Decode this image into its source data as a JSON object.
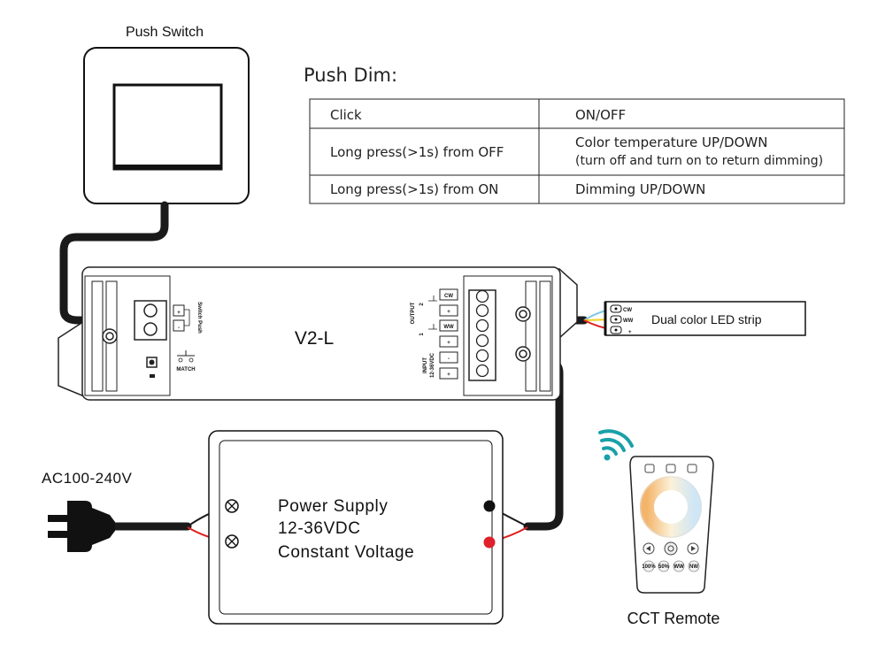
{
  "push_switch": {
    "label": "Push Switch"
  },
  "push_dim": {
    "title": "Push Dim:",
    "rows": [
      {
        "action": "Click",
        "result_line1": "ON/OFF",
        "result_line2": ""
      },
      {
        "action": "Long press(>1s) from OFF",
        "result_line1": "Color temperature UP/DOWN",
        "result_line2": "(turn off and turn on to return dimming)"
      },
      {
        "action": "Long press(>1s) from ON",
        "result_line1": "Dimming UP/DOWN",
        "result_line2": ""
      }
    ]
  },
  "controller": {
    "model": "V2-L",
    "switch_push_label": "Switch Push",
    "match_label": "MATCH",
    "output_label": "OUTPUT",
    "input_label": "INPUT",
    "input_voltage": "12-36VDC",
    "channel_2": "2",
    "channel_1": "1",
    "terminals": {
      "cw": "CW",
      "ww": "WW",
      "plus": "+",
      "minus": "-"
    }
  },
  "led_strip": {
    "label": "Dual color LED strip",
    "cw": "CW",
    "ww": "WW",
    "plus": "+"
  },
  "ac_input": {
    "label": "AC100-240V"
  },
  "power_supply": {
    "line1": "Power Supply",
    "line2": "12-36VDC",
    "line3": "Constant Voltage"
  },
  "remote": {
    "label": "CCT Remote",
    "buttons": [
      "100%",
      "50%",
      "WW",
      "NW"
    ]
  },
  "colors": {
    "wire_black": "#1a1a1a",
    "wire_red": "#e02020",
    "wire_blue": "#7fc8e8",
    "wire_yellow": "#f2d020",
    "wifi_teal": "#1aa0a8",
    "terminal_red": "#e0202a"
  }
}
